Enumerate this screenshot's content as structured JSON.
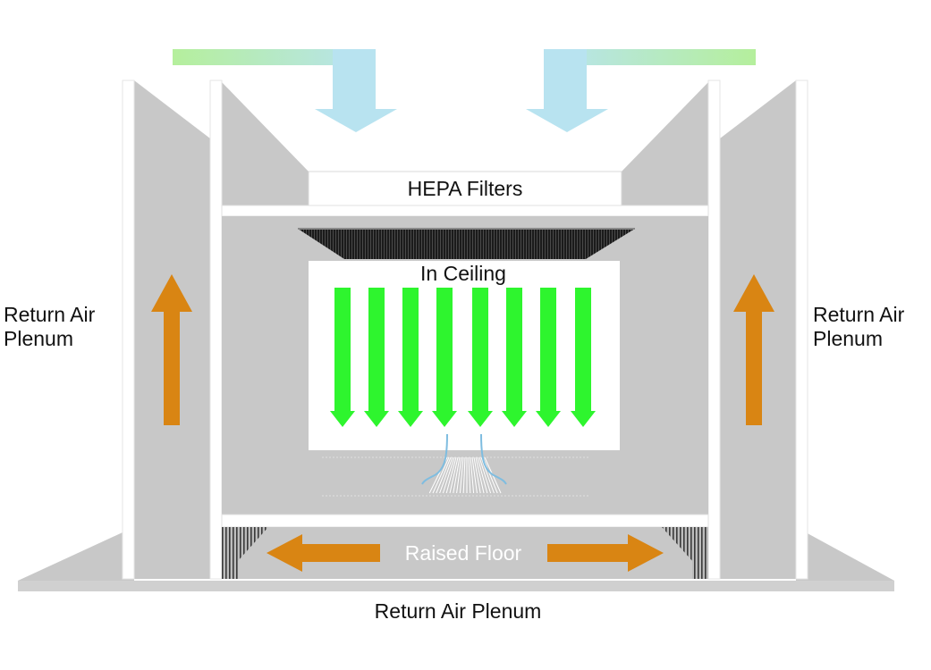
{
  "labels": {
    "hepa": "HEPA Filters",
    "ceiling": "In Ceiling",
    "raised_floor": "Raised Floor",
    "bottom_plenum": "Return Air Plenum",
    "left_plenum_line1": "Return Air",
    "left_plenum_line2": "Plenum",
    "right_plenum_line1": "Return Air",
    "right_plenum_line2": "Plenum"
  },
  "icons": {
    "downflow": "down-arrow",
    "return_up": "up-arrow",
    "floor_flow": "left-right-arrow",
    "supply_in": "bent-down-arrow"
  },
  "colors": {
    "wall": "#c8c8c8",
    "frame": "#ffffff",
    "supply_air": "#b8e3f0",
    "supply_air_tail": "#b5ef9c",
    "clean_airflow": "#2ef52e",
    "return_airflow": "#d98513",
    "diffuser": "#222222",
    "turbulence": "#7fbde0"
  }
}
